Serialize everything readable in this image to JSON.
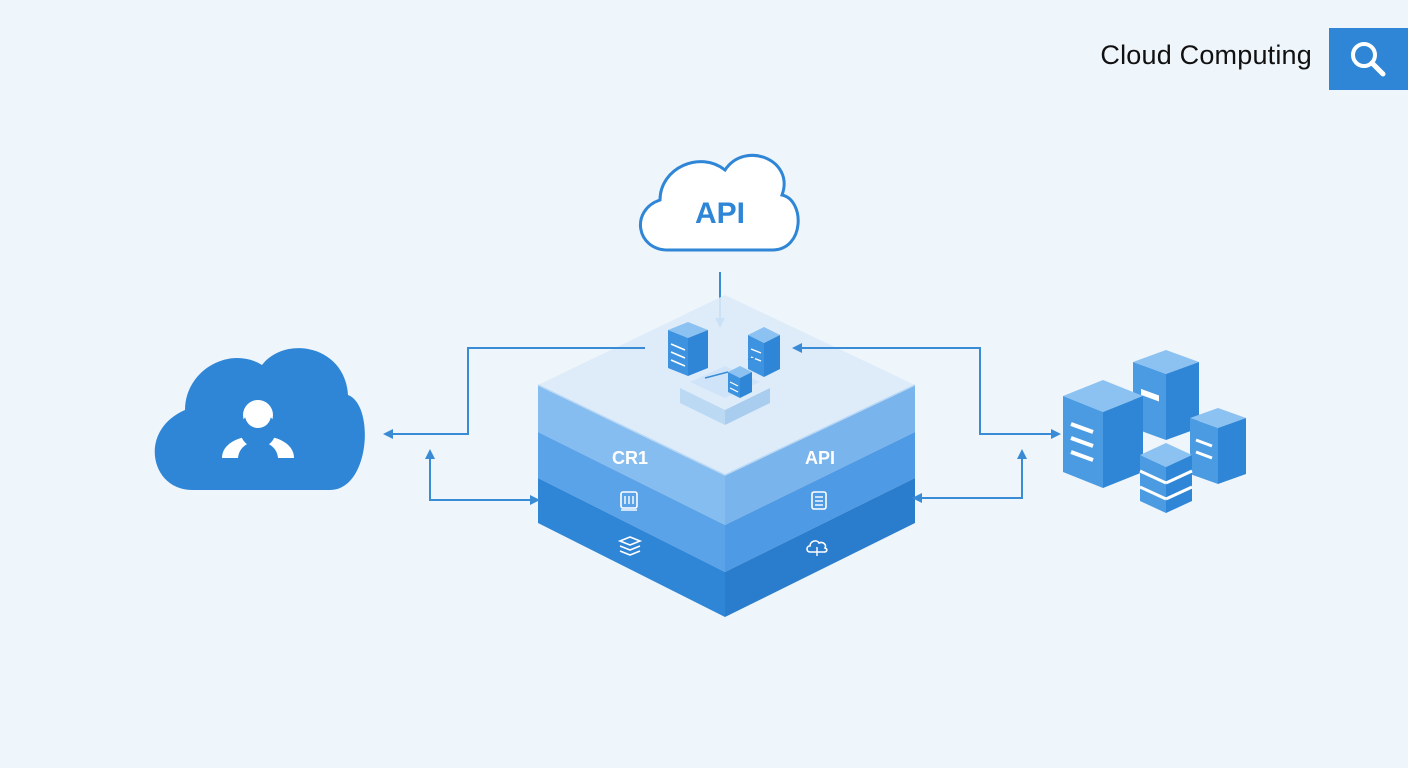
{
  "header": {
    "search_label": "Cloud Computing",
    "search_icon": "search-icon"
  },
  "diagram": {
    "api_cloud_label": "API",
    "platform": {
      "left_label": "CR1",
      "right_label": "API"
    },
    "icons": {
      "user_cloud": "user-cloud-icon",
      "servers": "server-stack-icon",
      "database": "database-icon",
      "cloud_upload": "cloud-upload-icon"
    }
  },
  "colors": {
    "background": "#eef5fb",
    "accent": "#2f86d6",
    "arrow": "#3a8bd6",
    "text": "#111111"
  }
}
